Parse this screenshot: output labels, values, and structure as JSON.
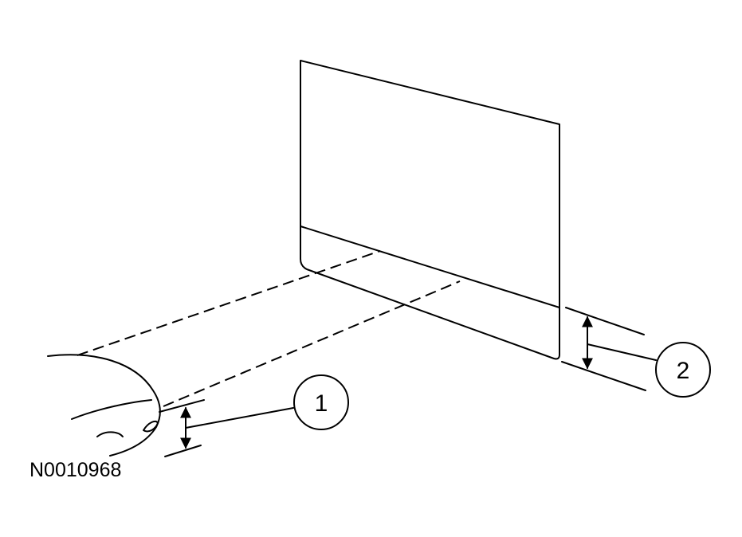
{
  "diagram": {
    "reference_code": "N0010968",
    "callouts": [
      {
        "label": "1"
      },
      {
        "label": "2"
      }
    ],
    "line_color": "#000000",
    "background_color": "#ffffff"
  }
}
